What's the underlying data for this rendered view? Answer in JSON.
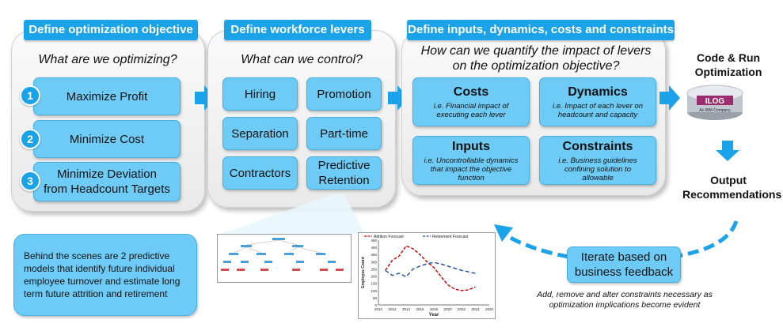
{
  "objective": {
    "header": "Define optimization objective",
    "question": "What are we optimizing?",
    "items": [
      {
        "num": "1",
        "label": "Maximize Profit"
      },
      {
        "num": "2",
        "label": "Minimize Cost"
      },
      {
        "num": "3",
        "label": "Minimize Deviation from Headcount Targets"
      }
    ]
  },
  "levers": {
    "header": "Define workforce levers",
    "question": "What can we control?",
    "items": [
      "Hiring",
      "Promotion",
      "Separation",
      "Part-time",
      "Contractors",
      "Predictive Retention"
    ]
  },
  "inputs": {
    "header": "Define inputs, dynamics, costs and constraints",
    "question": "How can we quantify the impact of levers on the optimization objective?",
    "boxes": [
      {
        "title": "Costs",
        "desc": "i.e. Financial impact of executing each lever"
      },
      {
        "title": "Dynamics",
        "desc": "i.e. Impact of each lever on headcount and capacity"
      },
      {
        "title": "Inputs",
        "desc": "i.e. Uncontrollable dynamics that impact the objective function"
      },
      {
        "title": "Constraints",
        "desc": "i.e. Business guidelines confining solution to allowable"
      }
    ]
  },
  "run": {
    "label": "Code & Run Optimization",
    "logo_text": "ILOG",
    "logo_sub": "An IBM Company"
  },
  "output": {
    "label": "Output Recommendations"
  },
  "iterate": {
    "label": "Iterate based on business feedback",
    "note": "Add, remove and alter constraints necessary as optimization implications become evident"
  },
  "behind": {
    "text": "Behind the scenes are 2 predictive models that identify future individual employee turnover and estimate long term  future attrition and retirement"
  },
  "chart": {
    "legend_attrition": "Attrition Forecast",
    "legend_retirement": "Retirement Forecast",
    "ylabel": "Employee Count",
    "xlabel": "Year",
    "y_ticks": [
      "450",
      "400",
      "350",
      "300",
      "250",
      "200",
      "150",
      "100",
      "50",
      "0"
    ],
    "x_ticks": [
      "2010",
      "2012",
      "2014",
      "2016",
      "2018",
      "2020",
      "2022",
      "2024",
      "2026"
    ]
  },
  "chart_data": {
    "type": "line",
    "xlabel": "Year",
    "ylabel": "Employee Count",
    "ylim": [
      0,
      450
    ],
    "xlim": [
      2010,
      2026
    ],
    "series": [
      {
        "name": "Attrition Forecast",
        "x": [
          2011,
          2012,
          2013,
          2014,
          2015,
          2016,
          2017,
          2018,
          2019,
          2020,
          2021,
          2022,
          2023,
          2024
        ],
        "y": [
          240,
          310,
          340,
          410,
          390,
          350,
          300,
          260,
          200,
          140,
          110,
          100,
          105,
          125
        ]
      },
      {
        "name": "Retirement Forecast",
        "x": [
          2011,
          2012,
          2013,
          2014,
          2015,
          2016,
          2017,
          2018,
          2019,
          2020,
          2021,
          2022,
          2023,
          2024
        ],
        "y": [
          240,
          205,
          220,
          195,
          250,
          270,
          285,
          295,
          285,
          270,
          255,
          240,
          230,
          220
        ]
      }
    ],
    "colors": {
      "Attrition Forecast": "#c00000",
      "Retirement Forecast": "#1f4e9a"
    },
    "grid": false,
    "legend": "top"
  },
  "colors": {
    "accent": "#1aa3e8",
    "box": "#6dcbf5",
    "arrow": "#1aa3e8"
  }
}
